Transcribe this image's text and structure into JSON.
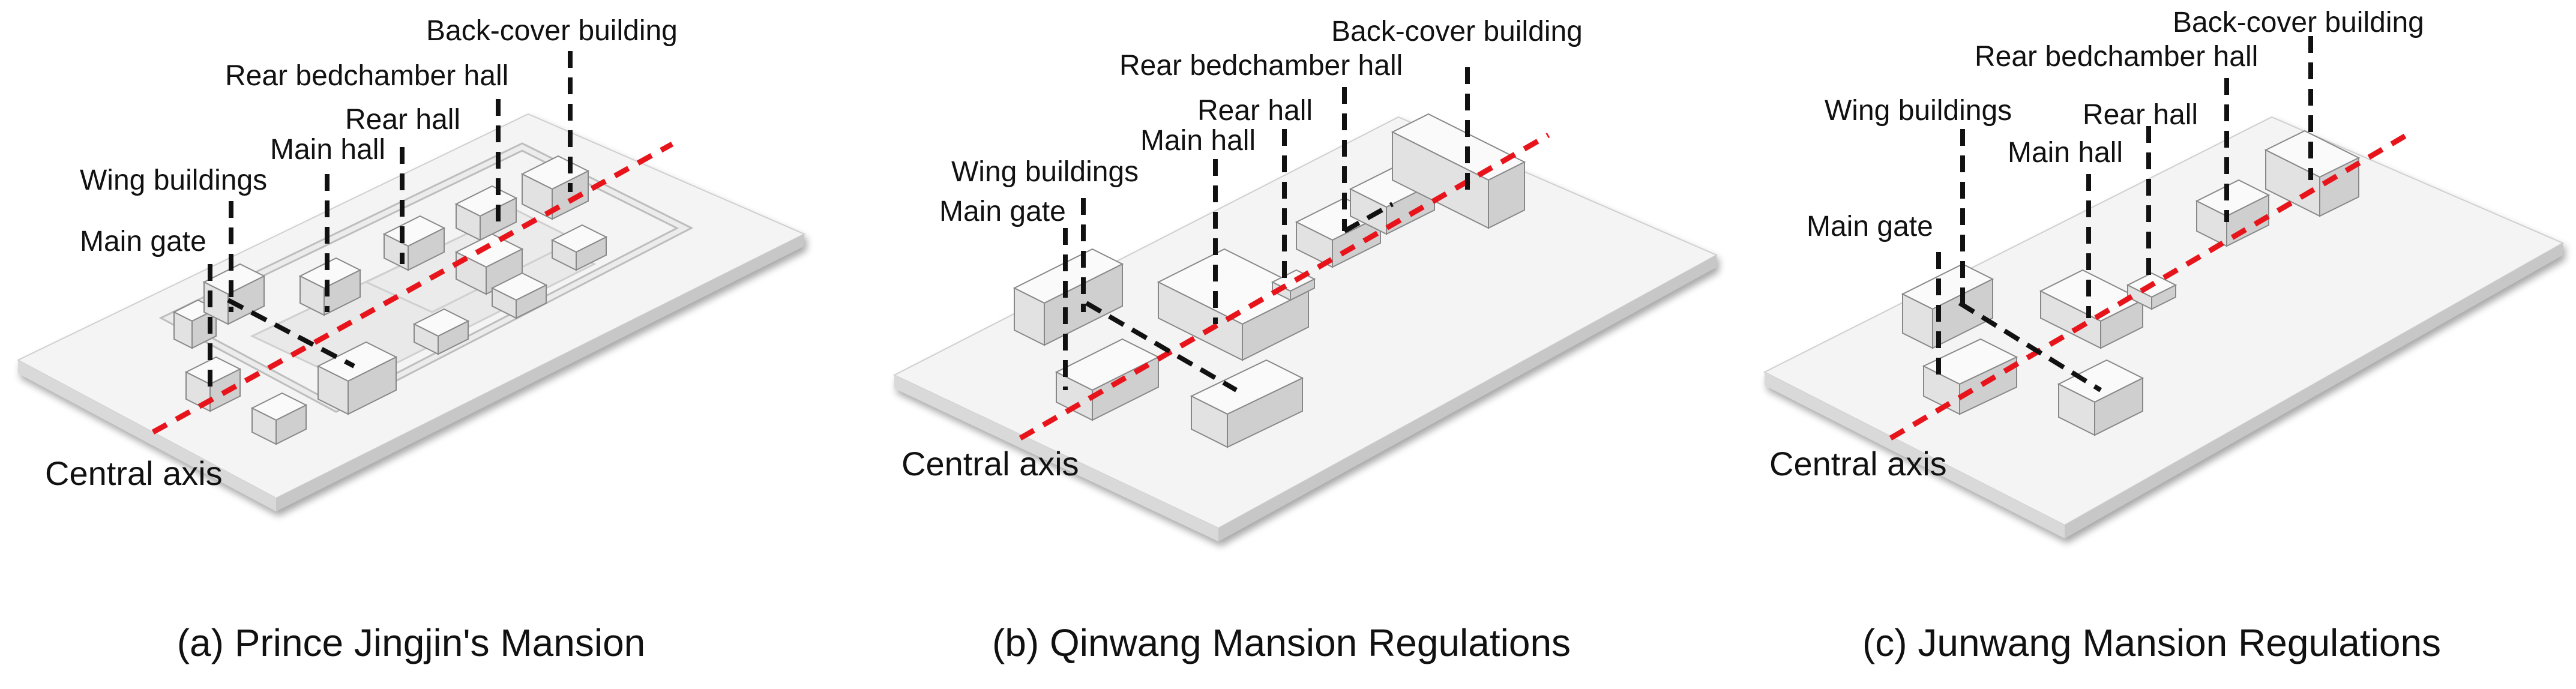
{
  "panels": [
    {
      "caption": "(a) Prince Jingjin's Mansion",
      "labels": {
        "back_cover": "Back-cover building",
        "rear_bedchamber": "Rear bedchamber hall",
        "rear_hall": "Rear hall",
        "main_hall": "Main hall",
        "wing_buildings": "Wing buildings",
        "main_gate": "Main gate",
        "central_axis": "Central axis"
      }
    },
    {
      "caption": "(b) Qinwang Mansion Regulations",
      "labels": {
        "back_cover": "Back-cover building",
        "rear_bedchamber": "Rear bedchamber hall",
        "rear_hall": "Rear hall",
        "main_hall": "Main hall",
        "wing_buildings": "Wing buildings",
        "main_gate": "Main gate",
        "central_axis": "Central axis"
      }
    },
    {
      "caption": "(c) Junwang Mansion Regulations",
      "labels": {
        "back_cover": "Back-cover building",
        "rear_bedchamber": "Rear bedchamber hall",
        "rear_hall": "Rear hall",
        "main_hall": "Main hall",
        "wing_buildings": "Wing buildings",
        "main_gate": "Main gate",
        "central_axis": "Central axis"
      }
    }
  ],
  "colors": {
    "axis_line": "#e8141b",
    "leader_line": "#111111",
    "plate_top": "#f4f4f4",
    "building_roof": "#f7f7f7"
  }
}
